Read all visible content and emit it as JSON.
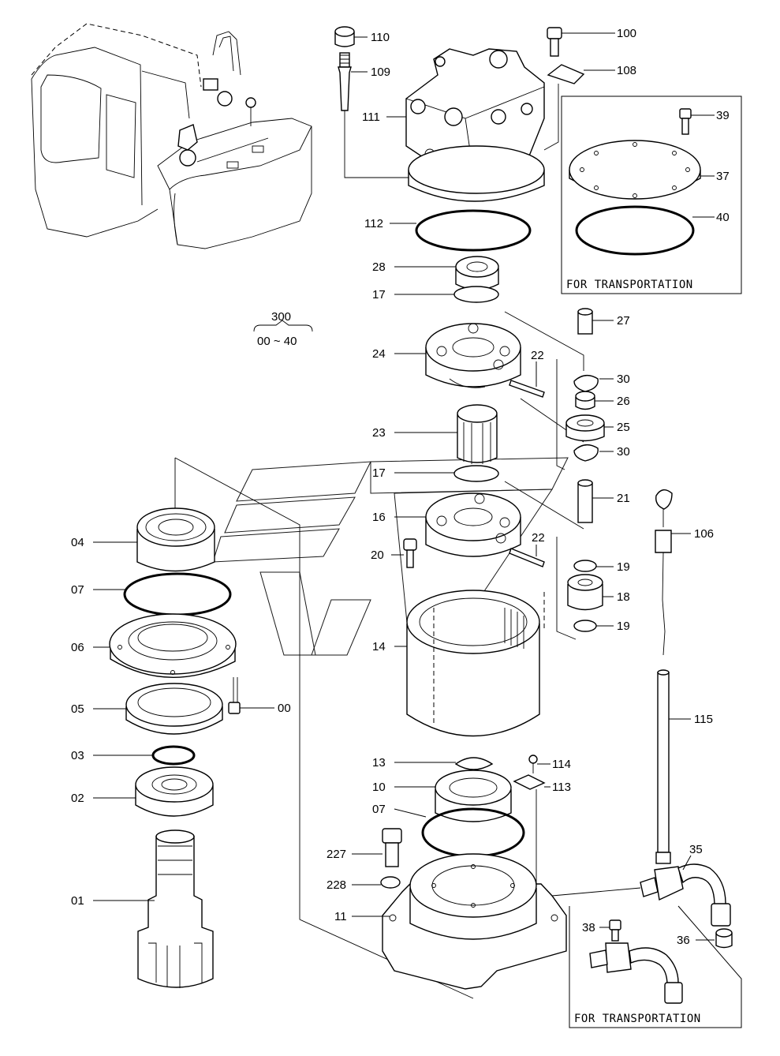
{
  "diagram": {
    "assembly_ref": {
      "number": "300",
      "range": "00 ~ 40"
    },
    "callouts": {
      "p110": "110",
      "p109": "109",
      "p111": "111",
      "p112": "112",
      "p100": "100",
      "p108": "108",
      "p39": "39",
      "p37": "37",
      "p40": "40",
      "p28": "28",
      "p17a": "17",
      "p24": "24",
      "p27": "27",
      "p22a": "22",
      "p30a": "30",
      "p26": "26",
      "p25": "25",
      "p30b": "30",
      "p23": "23",
      "p17b": "17",
      "p16": "16",
      "p21": "21",
      "p20": "20",
      "p22b": "22",
      "p19a": "19",
      "p18": "18",
      "p19b": "19",
      "p14": "14",
      "p04": "04",
      "p07a": "07",
      "p06": "06",
      "p05": "05",
      "p00": "00",
      "p03": "03",
      "p02": "02",
      "p01": "01",
      "p13": "13",
      "p10": "10",
      "p07b": "07",
      "p114": "114",
      "p113": "113",
      "p227": "227",
      "p228": "228",
      "p11": "11",
      "p106": "106",
      "p115": "115",
      "p35": "35",
      "p36": "36",
      "p38": "38"
    },
    "transport_box_1": {
      "label": "FOR TRANSPORTATION"
    },
    "transport_box_2": {
      "label": "FOR TRANSPORTATION"
    }
  }
}
